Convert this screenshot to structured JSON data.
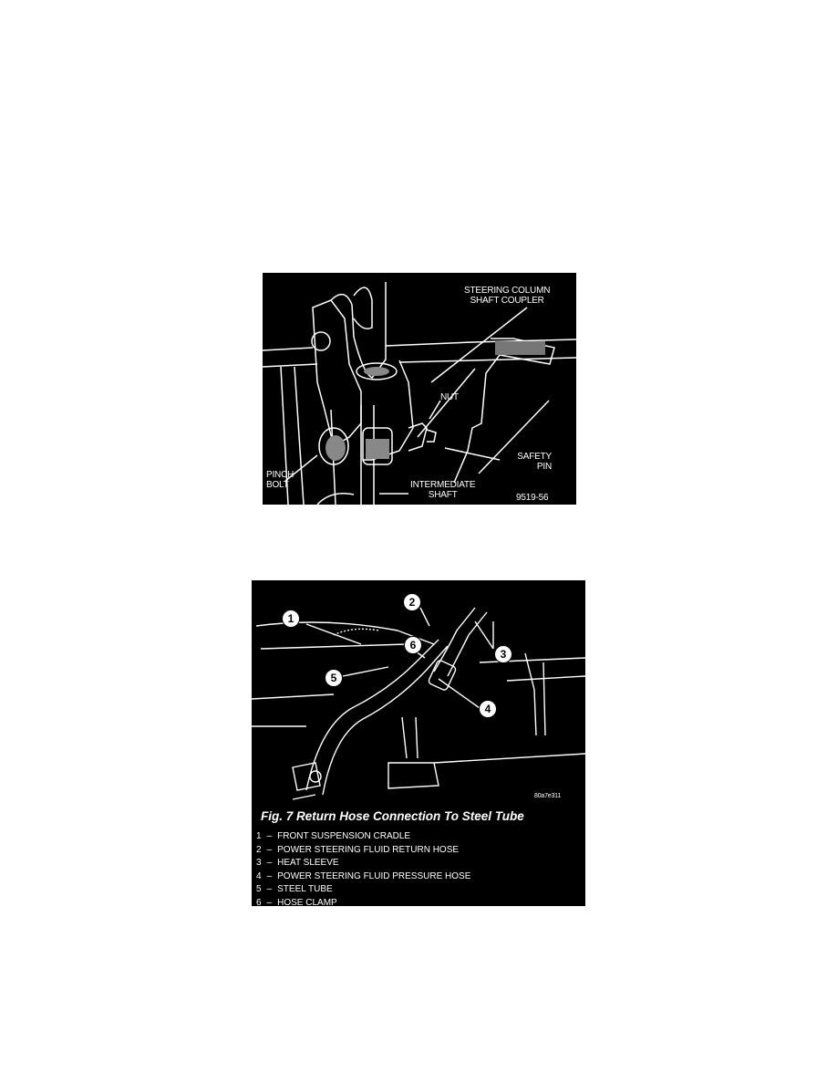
{
  "figure1": {
    "labels": {
      "coupler_line1": "STEERING COLUMN",
      "coupler_line2": "SHAFT COUPLER",
      "nut": "NUT",
      "safety_pin_line1": "SAFETY",
      "safety_pin_line2": "PIN",
      "pinch_bolt_line1": "PINCH",
      "pinch_bolt_line2": "BOLT",
      "intermediate_line1": "INTERMEDIATE",
      "intermediate_line2": "SHAFT",
      "code": "9519-56"
    }
  },
  "figure2": {
    "callouts": [
      "1",
      "2",
      "3",
      "4",
      "5",
      "6"
    ],
    "code": "80a7e311",
    "caption": "Fig. 7 Return Hose Connection To Steel Tube",
    "legend": [
      {
        "num": "1",
        "dash": "–",
        "text": "FRONT SUSPENSION CRADLE"
      },
      {
        "num": "2",
        "dash": "–",
        "text": "POWER STEERING FLUID RETURN HOSE"
      },
      {
        "num": "3",
        "dash": "–",
        "text": "HEAT SLEEVE"
      },
      {
        "num": "4",
        "dash": "–",
        "text": "POWER STEERING FLUID PRESSURE HOSE"
      },
      {
        "num": "5",
        "dash": "–",
        "text": "STEEL TUBE"
      },
      {
        "num": "6",
        "dash": "–",
        "text": "HOSE CLAMP"
      }
    ]
  }
}
